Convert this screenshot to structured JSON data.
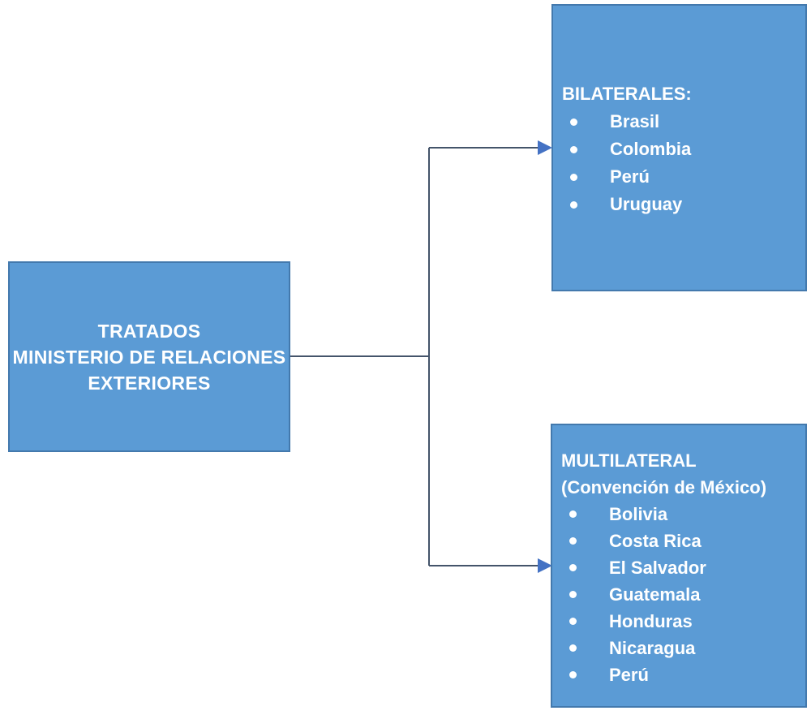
{
  "diagram": {
    "root": {
      "lines": [
        "TRATADOS",
        "MINISTERIO DE RELACIONES",
        "EXTERIORES"
      ]
    },
    "bilateral": {
      "title": "BILATERALES:",
      "items": [
        "Brasil",
        "Colombia",
        "Perú",
        "Uruguay"
      ]
    },
    "multilateral": {
      "title_lines": [
        "MULTILATERAL",
        "(Convención de México)"
      ],
      "items": [
        "Bolivia",
        "Costa Rica",
        "El Salvador",
        "Guatemala",
        "Honduras",
        "Nicaragua",
        "Perú"
      ]
    }
  },
  "colors": {
    "box_fill": "#5b9bd5",
    "box_border": "#4379ad",
    "box_text": "#ffffff",
    "connector_line": "#44546a",
    "arrowhead": "#4472c4",
    "background": "#ffffff"
  }
}
